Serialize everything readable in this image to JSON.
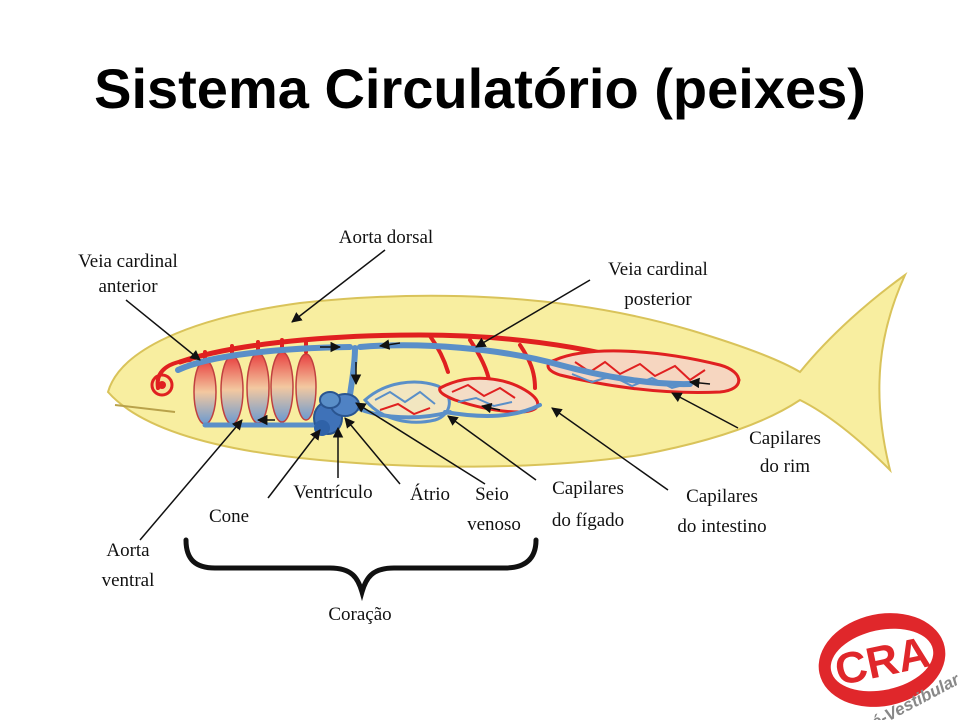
{
  "title": "Sistema Circulatório (peixes)",
  "labels": {
    "aorta_dorsal": "Aorta dorsal",
    "veia_cardinal_anterior": [
      "Veia cardinal",
      "anterior"
    ],
    "veia_cardinal_posterior": [
      "Veia cardinal",
      "posterior"
    ],
    "capilares_rim": [
      "Capilares",
      "do rim"
    ],
    "capilares_intestino": [
      "Capilares",
      "do intestino"
    ],
    "capilares_figado": [
      "Capilares",
      "do fígado"
    ],
    "seio_venoso": [
      "Seio",
      "venoso"
    ],
    "atrio": "Átrio",
    "ventriculo": "Ventrículo",
    "cone": "Cone",
    "aorta_ventral": [
      "Aorta",
      "ventral"
    ],
    "coracao": "Coração"
  },
  "logo": {
    "text": "CRA",
    "subtext": "Pré-Vestibular"
  },
  "colors": {
    "fish_body": "#f8eea0",
    "fish_outline": "#d9c35a",
    "artery": "#e02020",
    "vein": "#5a8fc8",
    "logo_red": "#e0272b"
  }
}
